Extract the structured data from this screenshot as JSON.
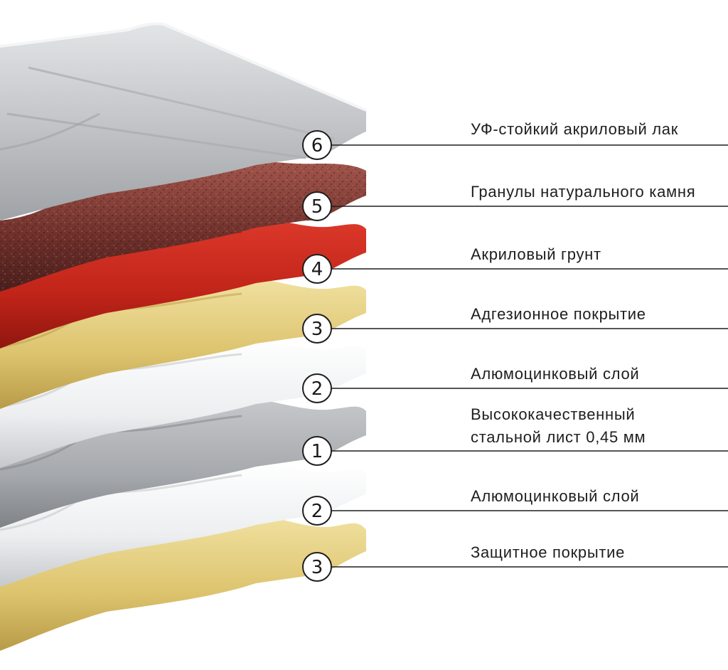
{
  "layers": [
    {
      "number": "6",
      "label": "УФ-стойкий акриловый лак",
      "color": "#c9cbcd"
    },
    {
      "number": "5",
      "label": "Гранулы натурального камня",
      "color": "#7c3a34"
    },
    {
      "number": "4",
      "label": "Акриловый грунт",
      "color": "#c5291f"
    },
    {
      "number": "3",
      "label": "Адгезионное покрытие",
      "color": "#e2cb78"
    },
    {
      "number": "2",
      "label": "Алюмоцинковый слой",
      "color": "#e6e8ea"
    },
    {
      "number": "1",
      "label_line1": "Высококачественный",
      "label_line2": "стальной лист 0,45 мм",
      "color": "#a9acb0"
    },
    {
      "number": "2",
      "label": "Алюмоцинковый слой",
      "color": "#e6e8ea"
    },
    {
      "number": "3",
      "label": "Защитное покрытие",
      "color": "#e2cb78"
    }
  ]
}
